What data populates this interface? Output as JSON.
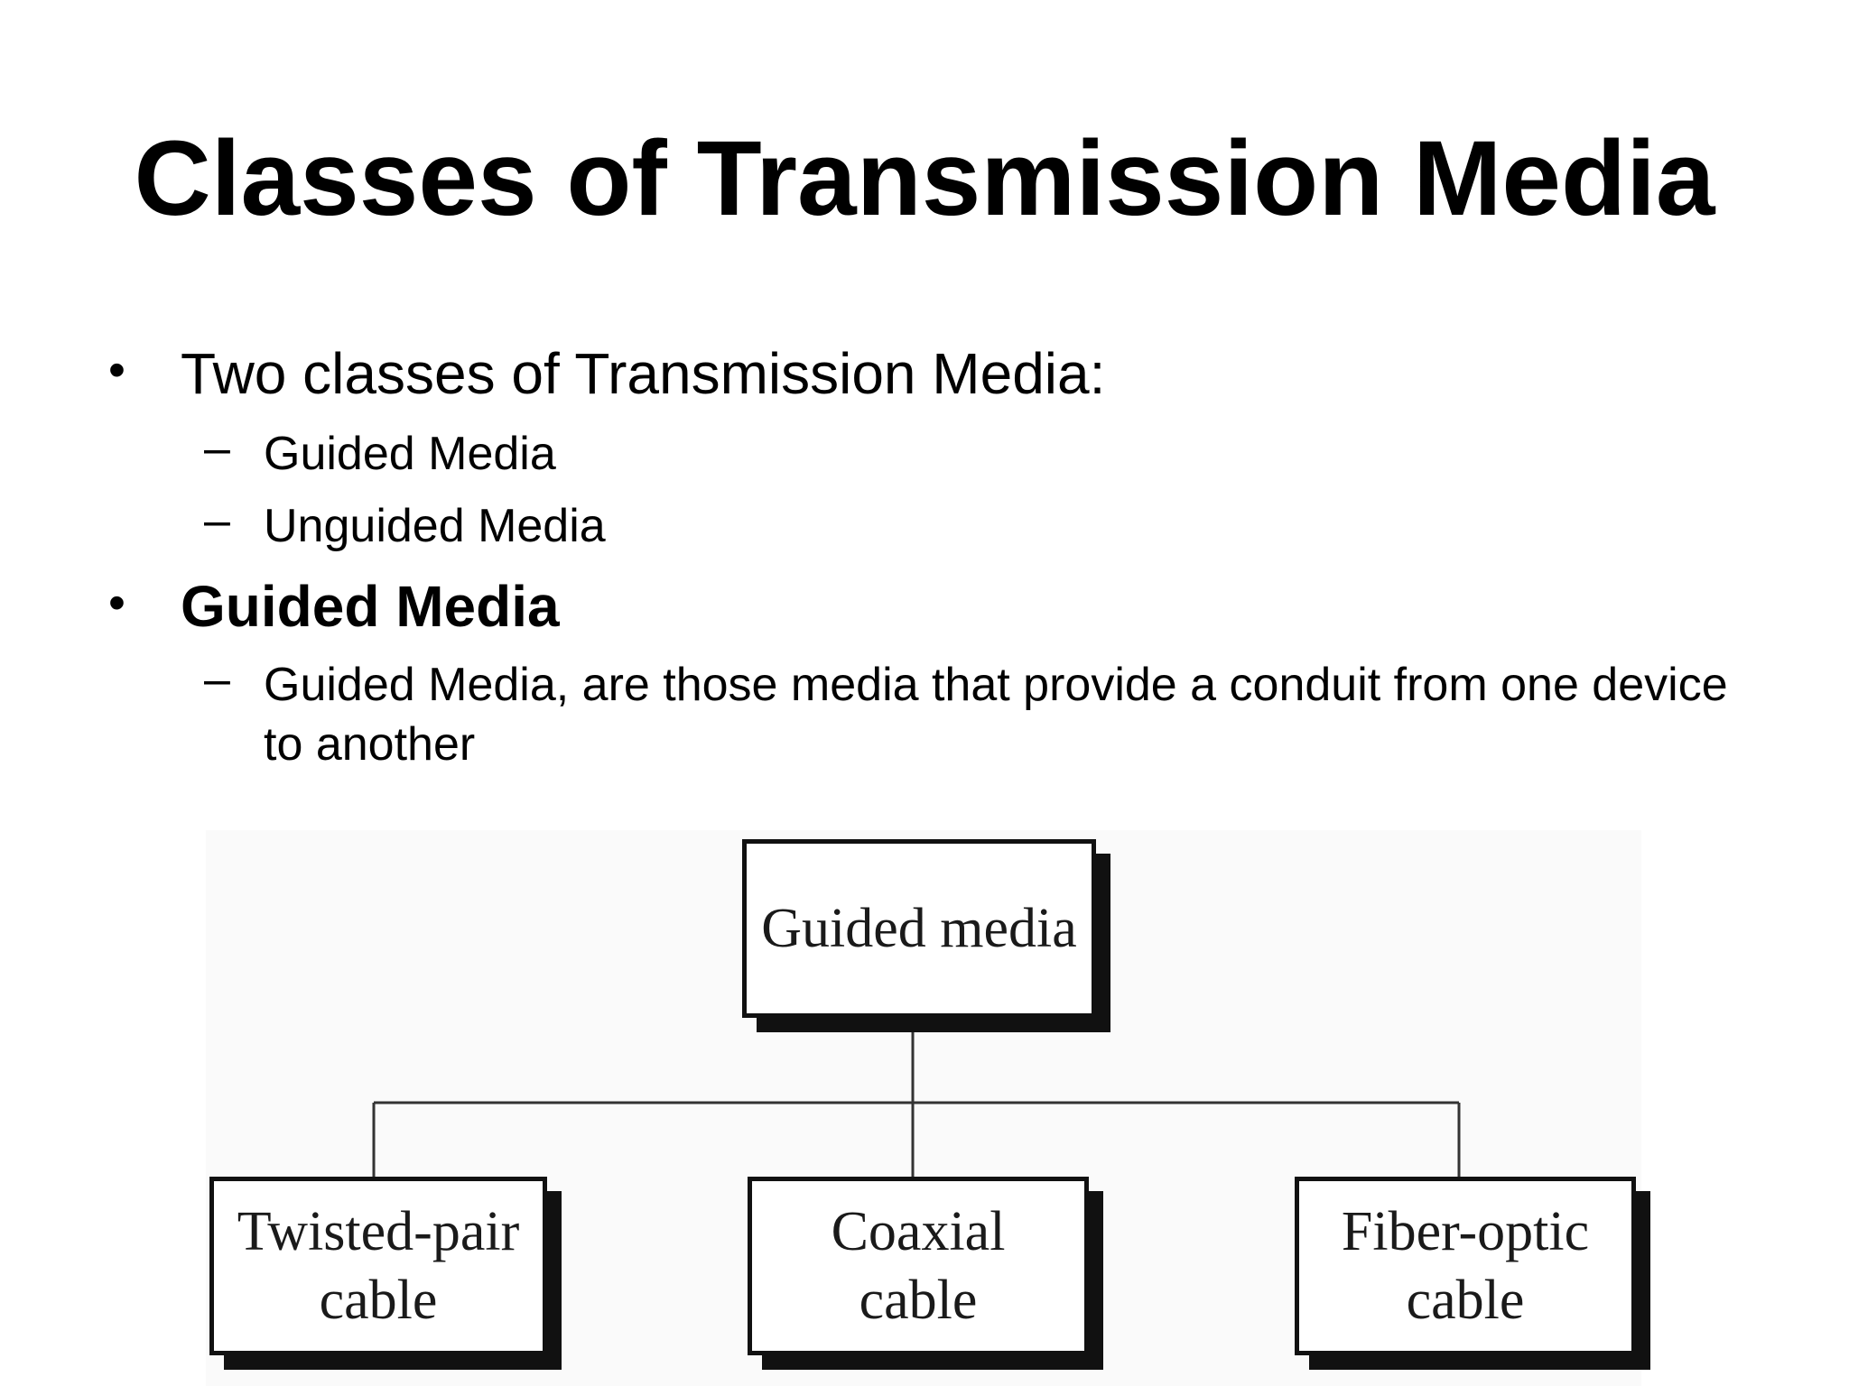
{
  "title": "Classes of Transmission Media",
  "bullets": [
    {
      "text": "Two classes of Transmission Media:",
      "bold": false,
      "subitems": [
        "Guided Media",
        "Unguided Media"
      ]
    },
    {
      "text": "Guided Media",
      "bold": true,
      "subitems": [
        "Guided Media, are those media that provide a conduit from one device to another"
      ]
    }
  ],
  "diagram": {
    "root": "Guided media",
    "children": [
      {
        "line1": "Twisted-pair",
        "line2": "cable"
      },
      {
        "line1": "Coaxial",
        "line2": "cable"
      },
      {
        "line1": "Fiber-optic",
        "line2": "cable"
      }
    ]
  }
}
